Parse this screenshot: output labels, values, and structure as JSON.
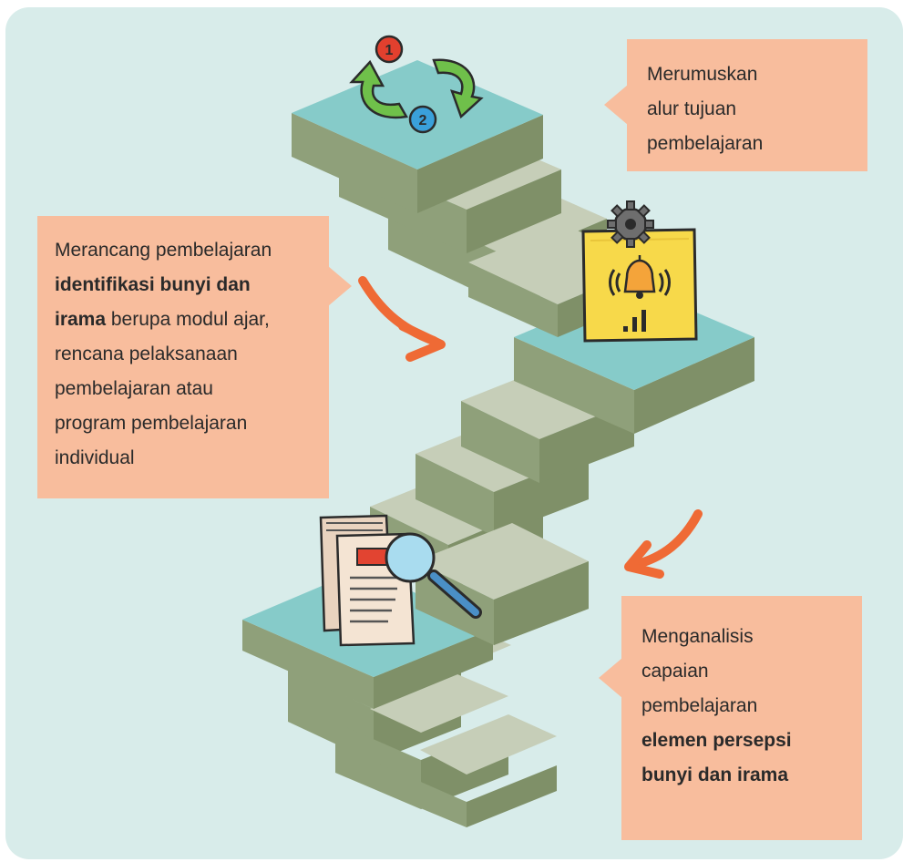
{
  "callouts": {
    "top": {
      "lines": [
        "Merumuskan",
        "alur tujuan",
        "pembelajaran"
      ]
    },
    "left": {
      "line1": "Merancang pembelajaran",
      "bold1": "identifikasi bunyi dan",
      "bold2": "irama",
      "line3_rest": " berupa modul ajar,",
      "line4": "rencana pelaksanaan",
      "line5": "pembelajaran atau",
      "line6": "program pembelajaran",
      "line7": "individual"
    },
    "bottom": {
      "line1": "Menganalisis",
      "line2": "capaian",
      "line3": "pembelajaran",
      "bold1": "elemen persepsi",
      "bold2": "bunyi dan irama"
    }
  },
  "icons": {
    "cycle_num_1": "1",
    "cycle_num_2": "2",
    "top_platform": "cycle-arrows-icon",
    "mid_platform": "bell-notification-icon",
    "bottom_platform": "document-search-icon"
  },
  "colors": {
    "background": "#d8ecea",
    "callout": "#f8bd9d",
    "platform_top": "#86cbc9",
    "step_front": "#8fa07a",
    "step_tread": "#c6ceb8",
    "arrow": "#ef6a35"
  }
}
